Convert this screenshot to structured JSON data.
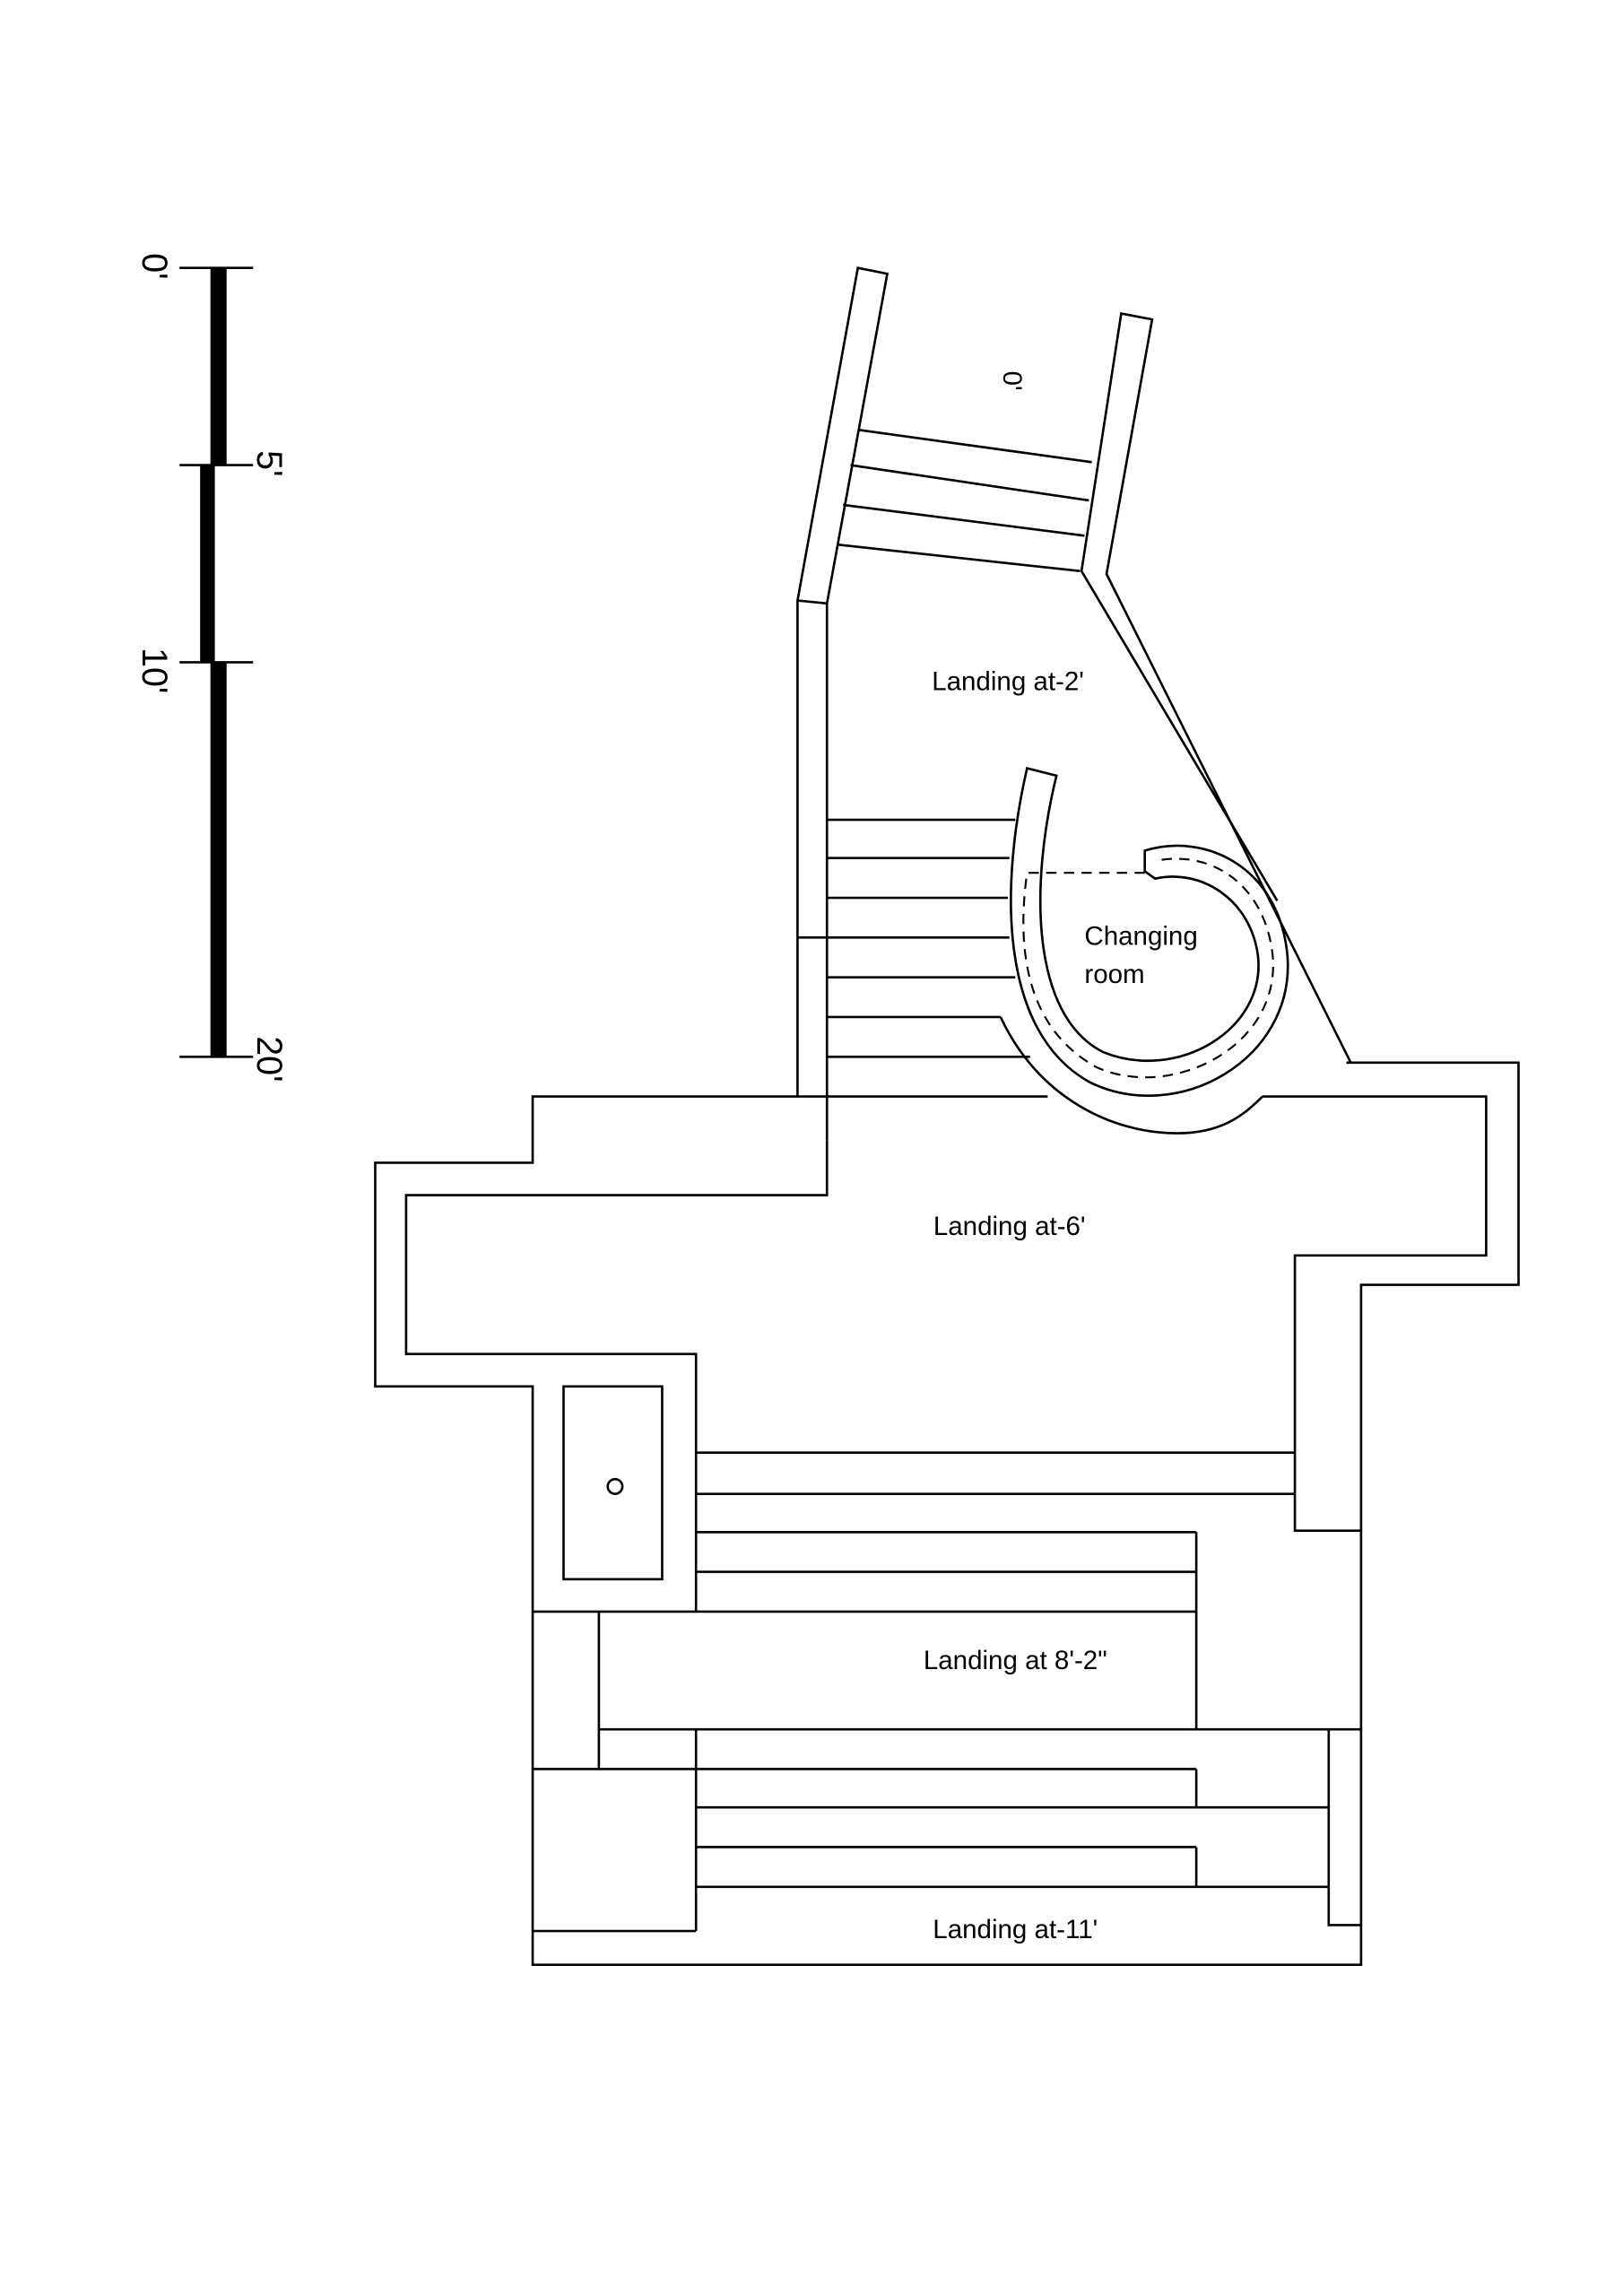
{
  "scale_bar": {
    "unit": "feet",
    "labels": [
      "0'",
      "5'",
      "10'",
      "20'"
    ]
  },
  "plan": {
    "top_level_label": "0'",
    "landings": {
      "minus_2": "Landing at-2'",
      "minus_6": "Landing at-6'",
      "minus_8_2": "Landing at 8'-2\"",
      "minus_11": "Landing at-11'"
    },
    "changing_room": {
      "line1": "Changing",
      "line2": "room"
    }
  },
  "colors": {
    "stroke": "#000000",
    "background": "#ffffff"
  }
}
